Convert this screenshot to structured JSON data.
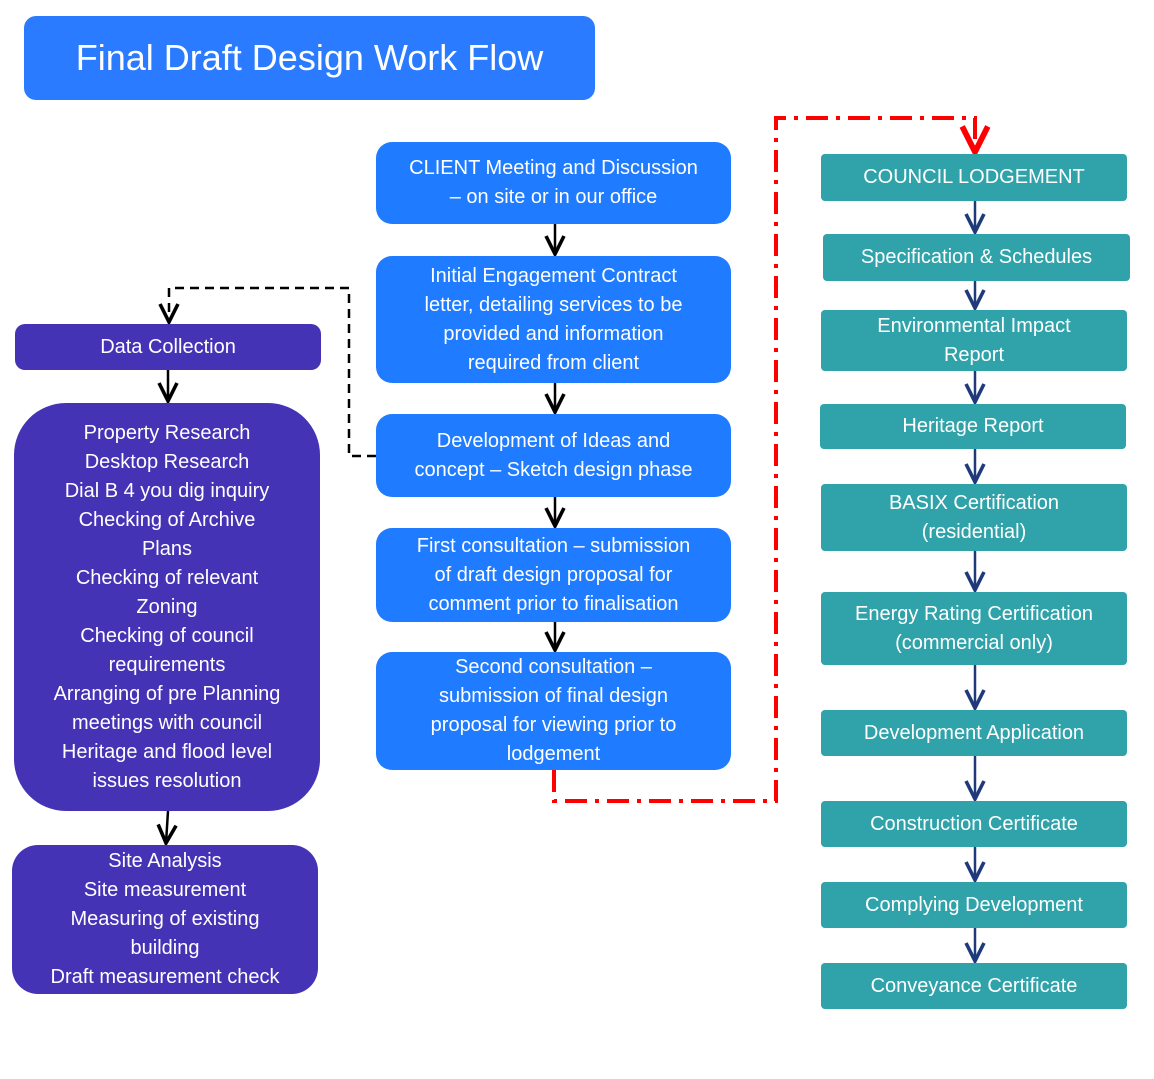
{
  "title": "Final Draft Design Work Flow",
  "center": [
    "CLIENT Meeting and Discussion\n– on site or in our office",
    "Initial Engagement Contract\nletter, detailing services to be\nprovided and information\nrequired from client",
    "Development of Ideas and\nconcept – Sketch design phase",
    "First consultation – submission\nof draft design proposal for\ncomment prior to finalisation",
    "Second consultation –\nsubmission of final design\nproposal for viewing prior to\nlodgement"
  ],
  "left": [
    "Data Collection",
    "Property Research\nDesktop Research\nDial B 4 you dig inquiry\nChecking of Archive\nPlans\nChecking of relevant\nZoning\nChecking of council\nrequirements\nArranging of pre Planning\nmeetings with council\nHeritage and flood level\nissues resolution",
    "Site Analysis\nSite measurement\nMeasuring of existing\nbuilding\nDraft measurement check"
  ],
  "right": [
    "COUNCIL LODGEMENT",
    "Specification & Schedules",
    "Environmental Impact\nReport",
    "Heritage Report",
    "BASIX Certification\n(residential)",
    "Energy Rating Certification\n(commercial only)",
    "Development Application",
    "Construction Certificate",
    "Complying Development",
    "Conveyance Certificate"
  ],
  "colors": {
    "title_fill": "#2a7bff",
    "center_fill": "#1f7bff",
    "left_fill": "#4433b4",
    "right_fill": "#2fa3a9",
    "red_connector": "#ff0000",
    "right_arrows": "#1f3a7a"
  }
}
